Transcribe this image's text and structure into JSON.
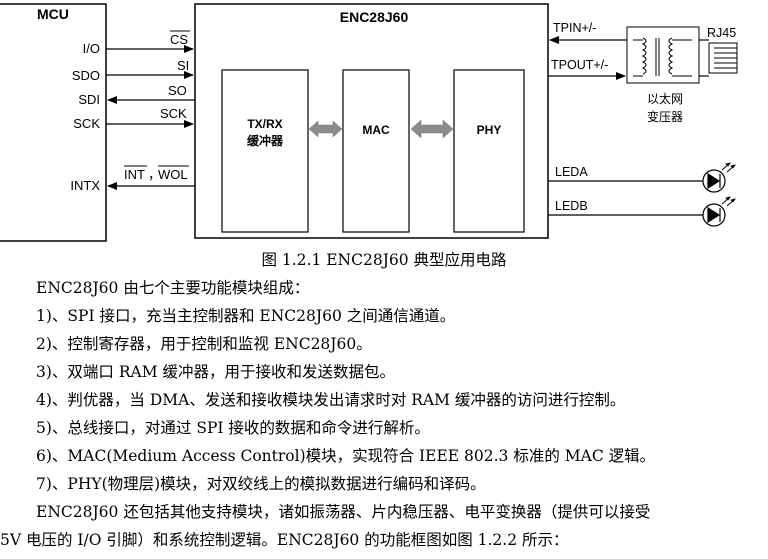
{
  "diagram": {
    "mcu_title": "MCU",
    "mcu_pins": [
      "I/O",
      "SDO",
      "SDI",
      "SCK",
      "INTX"
    ],
    "signals": {
      "cs": "CS",
      "si": "SI",
      "so": "SO",
      "sck": "SCK",
      "int": "INT",
      "int_sep": "，",
      "wol": "WOL"
    },
    "chip_title": "ENC28J60",
    "blocks": {
      "txrx_line1": "TX/RX",
      "txrx_line2": "缓冲器",
      "mac": "MAC",
      "phy": "PHY"
    },
    "tpin": "TPIN+/-",
    "tpout": "TPOUT+/-",
    "transformer_line1": "以太网",
    "transformer_line2": "变压器",
    "rj45": "RJ45",
    "leda": "LEDA",
    "ledb": "LEDB"
  },
  "caption": "图 1.2.1 ENC28J60 典型应用电路",
  "paragraphs": [
    "ENC28J60 由七个主要功能模块组成：",
    "1)、SPI 接口，充当主控制器和 ENC28J60 之间通信通道。",
    "2)、控制寄存器，用于控制和监视 ENC28J60。",
    "3)、双端口 RAM 缓冲器，用于接收和发送数据包。",
    "4)、判优器，当 DMA、发送和接收模块发出请求时对 RAM 缓冲器的访问进行控制。",
    "5)、总线接口，对通过 SPI 接收的数据和命令进行解析。",
    "6)、MAC(Medium Access Control)模块，实现符合 IEEE 802.3 标准的 MAC 逻辑。",
    "7)、PHY(物理层)模块，对双绞线上的模拟数据进行编码和译码。",
    "ENC28J60 还包括其他支持模块，诸如振荡器、片内稳压器、电平变换器（提供可以接受",
    "5V 电压的 I/O 引脚）和系统控制逻辑。ENC28J60 的功能框图如图 1.2.2 所示："
  ]
}
